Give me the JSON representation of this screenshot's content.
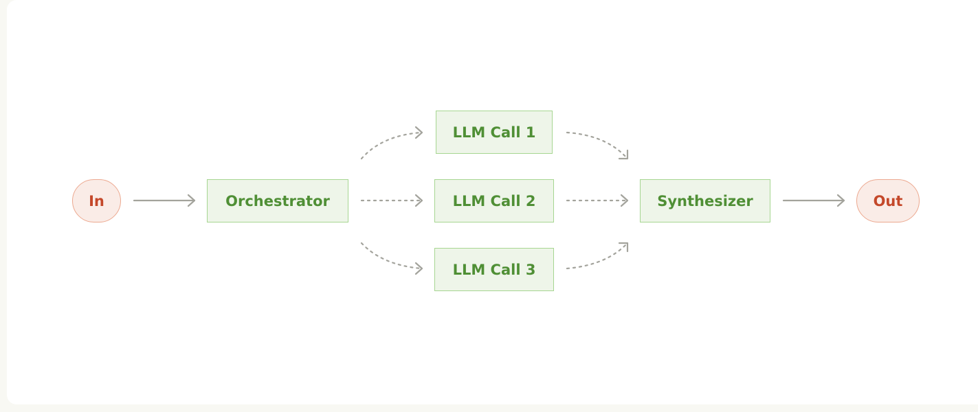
{
  "nodes": {
    "input": "In",
    "orchestrator": "Orchestrator",
    "llm_call_1": "LLM Call 1",
    "llm_call_2": "LLM Call 2",
    "llm_call_3": "LLM Call 3",
    "synthesizer": "Synthesizer",
    "output": "Out"
  },
  "colors": {
    "process_fill": "#eef5e9",
    "process_border": "#a6d691",
    "process_text": "#4f8f35",
    "terminal_fill": "#faece7",
    "terminal_border": "#eca88f",
    "terminal_text": "#c4482a",
    "arrow": "#a3a39c"
  }
}
